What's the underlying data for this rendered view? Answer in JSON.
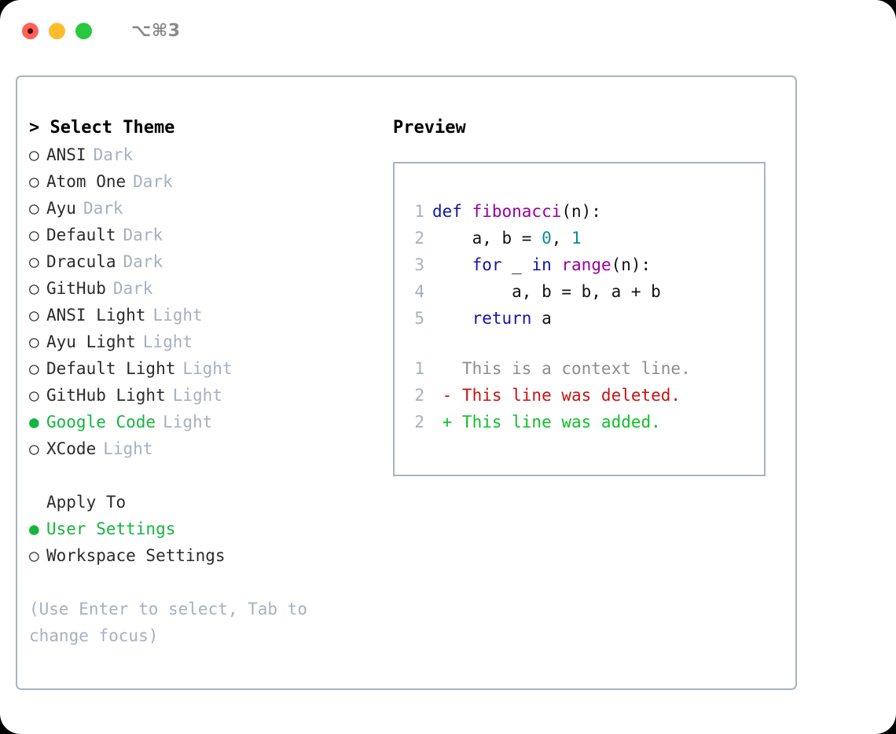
{
  "window": {
    "title": "⌥⌘3",
    "traffic_lights": [
      "close",
      "minimize",
      "maximize"
    ],
    "colors": {
      "close": "#ff6159",
      "minimize": "#ffbd2e",
      "maximize": "#28c840",
      "border": "#a8b2c1",
      "accent_green": "#15b53f",
      "muted": "#a6b0c0"
    }
  },
  "left": {
    "heading": "> Select Theme",
    "themes": [
      {
        "marker": "○",
        "label": "ANSI",
        "badge": "Dark",
        "selected": false
      },
      {
        "marker": "○",
        "label": "Atom One",
        "badge": "Dark",
        "selected": false
      },
      {
        "marker": "○",
        "label": "Ayu",
        "badge": "Dark",
        "selected": false
      },
      {
        "marker": "○",
        "label": "Default",
        "badge": "Dark",
        "selected": false
      },
      {
        "marker": "○",
        "label": "Dracula",
        "badge": "Dark",
        "selected": false
      },
      {
        "marker": "○",
        "label": "GitHub",
        "badge": "Dark",
        "selected": false
      },
      {
        "marker": "○",
        "label": "ANSI Light",
        "badge": "Light",
        "selected": false
      },
      {
        "marker": "○",
        "label": "Ayu Light",
        "badge": "Light",
        "selected": false
      },
      {
        "marker": "○",
        "label": "Default Light",
        "badge": "Light",
        "selected": false
      },
      {
        "marker": "○",
        "label": "GitHub Light",
        "badge": "Light",
        "selected": false
      },
      {
        "marker": "●",
        "label": "Google Code",
        "badge": "Light",
        "selected": true
      },
      {
        "marker": "○",
        "label": "XCode",
        "badge": "Light",
        "selected": false
      }
    ],
    "apply_to_title": "Apply To",
    "apply_to": [
      {
        "marker": "●",
        "label": "User Settings",
        "selected": true
      },
      {
        "marker": "○",
        "label": "Workspace Settings",
        "selected": false
      }
    ],
    "hint": "(Use Enter to select, Tab to change focus)"
  },
  "right": {
    "preview_title": "Preview",
    "code_lines": [
      {
        "number": "1",
        "tokens": [
          {
            "text": "def ",
            "type": "kw"
          },
          {
            "text": "fibonacci",
            "type": "fn"
          },
          {
            "text": "(n):",
            "type": "pl"
          }
        ]
      },
      {
        "number": "2",
        "tokens": [
          {
            "text": "    a, b = ",
            "type": "pl"
          },
          {
            "text": "0",
            "type": "num"
          },
          {
            "text": ", ",
            "type": "pl"
          },
          {
            "text": "1",
            "type": "num"
          }
        ]
      },
      {
        "number": "3",
        "tokens": [
          {
            "text": "    for ",
            "type": "kw"
          },
          {
            "text": "_ ",
            "type": "pl"
          },
          {
            "text": "in ",
            "type": "kw"
          },
          {
            "text": "range",
            "type": "fn"
          },
          {
            "text": "(n):",
            "type": "pl"
          }
        ]
      },
      {
        "number": "4",
        "tokens": [
          {
            "text": "        a, b = b, a + b",
            "type": "pl"
          }
        ]
      },
      {
        "number": "5",
        "tokens": [
          {
            "text": "    return ",
            "type": "kw"
          },
          {
            "text": "a",
            "type": "pl"
          }
        ]
      }
    ],
    "diff_lines": [
      {
        "number": "1",
        "text": "   This is a context line.",
        "type": "ctx"
      },
      {
        "number": "2",
        "text": " - This line was deleted.",
        "type": "del"
      },
      {
        "number": "2",
        "text": " + This line was added.",
        "type": "add"
      }
    ]
  }
}
